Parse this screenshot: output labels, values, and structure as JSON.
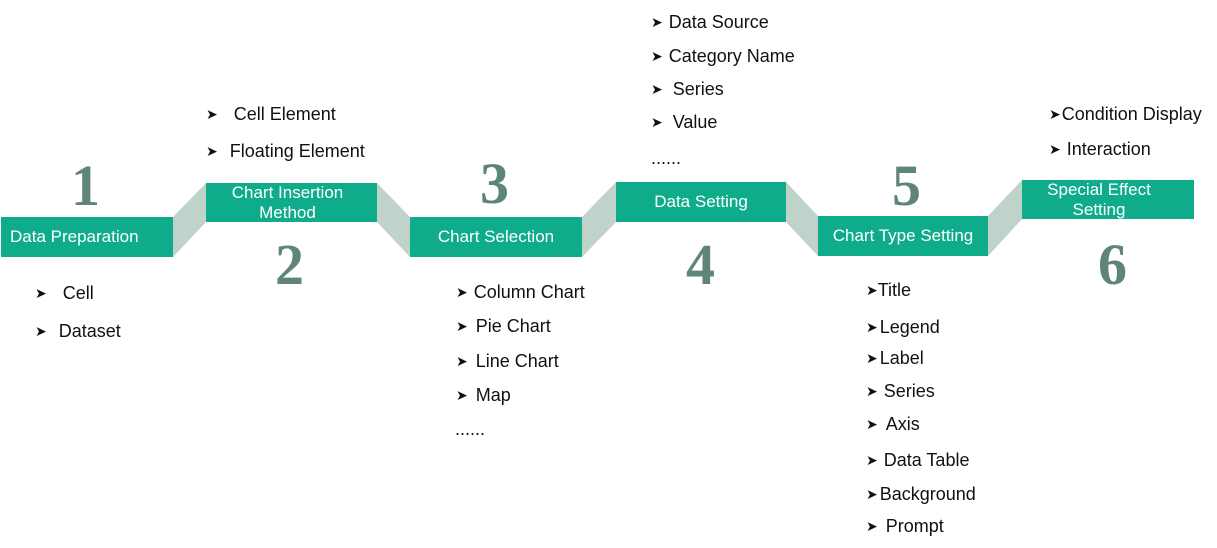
{
  "colors": {
    "box": "#0fac8c",
    "connector": "#bfd3cb",
    "number": "#5f8478"
  },
  "steps": [
    {
      "number": "1",
      "label": "Data Preparation",
      "items": [
        "Cell",
        "Dataset"
      ]
    },
    {
      "number": "2",
      "label": "Chart Insertion Method",
      "items": [
        "Cell Element",
        "Floating Element"
      ]
    },
    {
      "number": "3",
      "label": "Chart Selection",
      "items": [
        "Column Chart",
        "Pie Chart",
        "Line Chart",
        "Map",
        "......"
      ]
    },
    {
      "number": "4",
      "label": "Data Setting",
      "items": [
        "Data Source",
        "Category Name",
        "Series",
        "Value",
        "......"
      ]
    },
    {
      "number": "5",
      "label": "Chart Type Setting",
      "items": [
        "Title",
        "Legend",
        "Label",
        "Series",
        "Axis",
        "Data Table",
        "Background",
        "Prompt"
      ]
    },
    {
      "number": "6",
      "label": "Special Effect Setting",
      "items": [
        "Condition Display",
        "Interaction"
      ]
    }
  ]
}
